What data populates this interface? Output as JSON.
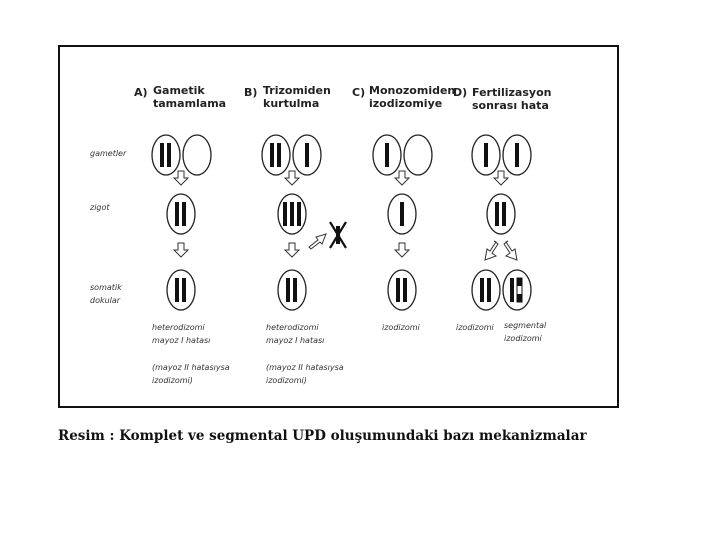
{
  "columns": [
    {
      "letter": "A)",
      "title_lines": [
        "Gametik",
        "tamamlama"
      ],
      "notes": [
        "heterodizomi",
        "mayoz I hatası",
        "",
        "(mayoz II hatasıysa",
        "izodizomi)"
      ]
    },
    {
      "letter": "B)",
      "title_lines": [
        "Trizomiden",
        "kurtulma"
      ],
      "notes": [
        "heterodizomi",
        "mayoz I hatası",
        "",
        "(mayoz II hatasıysa",
        "izodizomi)"
      ]
    },
    {
      "letter": "C)",
      "title_lines": [
        "Monozomiden",
        "izodizomiye"
      ],
      "notes": [
        "izodizomi"
      ]
    },
    {
      "letter": "D)",
      "title_lines": [
        "Fertilizasyon",
        "sonrası hata"
      ],
      "notes": [
        "izodizomi"
      ],
      "notes_extra": [
        "segmental",
        "izodizomi"
      ]
    }
  ],
  "rows": {
    "gametes": "gametler",
    "zygote": "zigot",
    "somatic": [
      "somatik",
      "dokular"
    ]
  },
  "caption": "Resim   : Komplet ve segmental UPD oluşumundaki bazı mekanizmalar"
}
